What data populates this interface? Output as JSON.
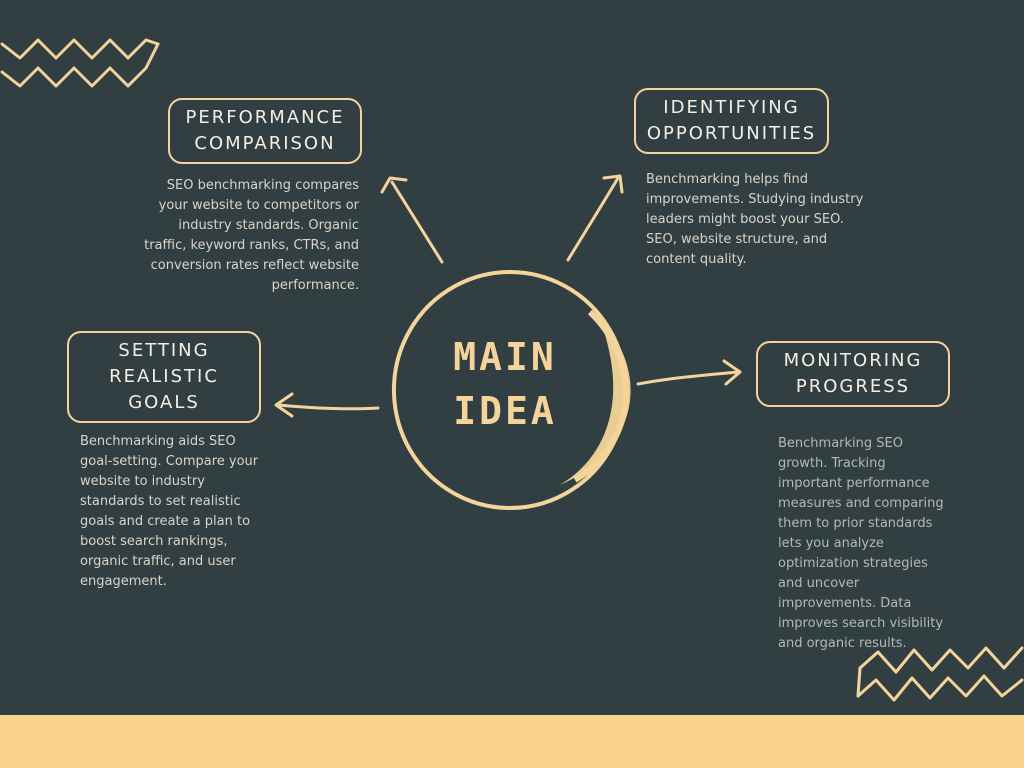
{
  "colors": {
    "background": "#323f42",
    "accent": "#f4d49a",
    "footer": "#fad38a",
    "text": "#d9d4c9"
  },
  "main_idea": "MAIN\nIDEA",
  "nodes": {
    "performance": {
      "title": "PERFORMANCE\nCOMPARISON",
      "description": "SEO benchmarking compares your website to competitors or industry standards. Organic traffic, keyword ranks, CTRs, and conversion rates reflect website performance."
    },
    "opportunities": {
      "title": "IDENTIFYING\nOPPORTUNITIES",
      "description": "Benchmarking helps find improvements. Studying industry leaders might boost your SEO. SEO, website structure, and content quality."
    },
    "goals": {
      "title": "SETTING\nREALISTIC\nGOALS",
      "description": "Benchmarking aids SEO goal-setting. Compare your website to industry standards to set realistic goals and create a plan to boost search rankings, organic traffic, and user engagement."
    },
    "monitoring": {
      "title": "MONITORING\nPROGRESS",
      "description": "Benchmarking SEO growth. Tracking important performance measures and comparing them to prior standards lets you analyze optimization strategies and uncover improvements. Data improves search visibility and organic results."
    }
  }
}
